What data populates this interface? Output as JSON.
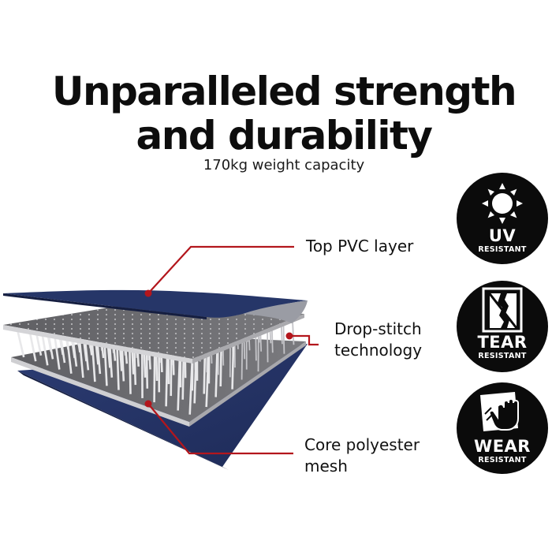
{
  "headline": {
    "line1": "Unparalleled strength",
    "line2": "and durability"
  },
  "subheadline": "170kg weight capacity",
  "callouts": {
    "top": "Top PVC layer",
    "middle_line1": "Drop-stitch",
    "middle_line2": "technology",
    "bottom_line1": "Core polyester",
    "bottom_line2": "mesh"
  },
  "badges": [
    {
      "icon": "sun-icon",
      "title": "UV",
      "subtitle": "RESISTANT"
    },
    {
      "icon": "torn-sheet-icon",
      "title": "TEAR",
      "subtitle": "RESISTANT"
    },
    {
      "icon": "hand-rub-icon",
      "title": "WEAR",
      "subtitle": "RESISTANT"
    }
  ],
  "colors": {
    "navy_layer": "#233264",
    "grey_layer": "#6e6e72",
    "callout_line": "#b3161c",
    "badge_bg": "#0b0b0b"
  }
}
